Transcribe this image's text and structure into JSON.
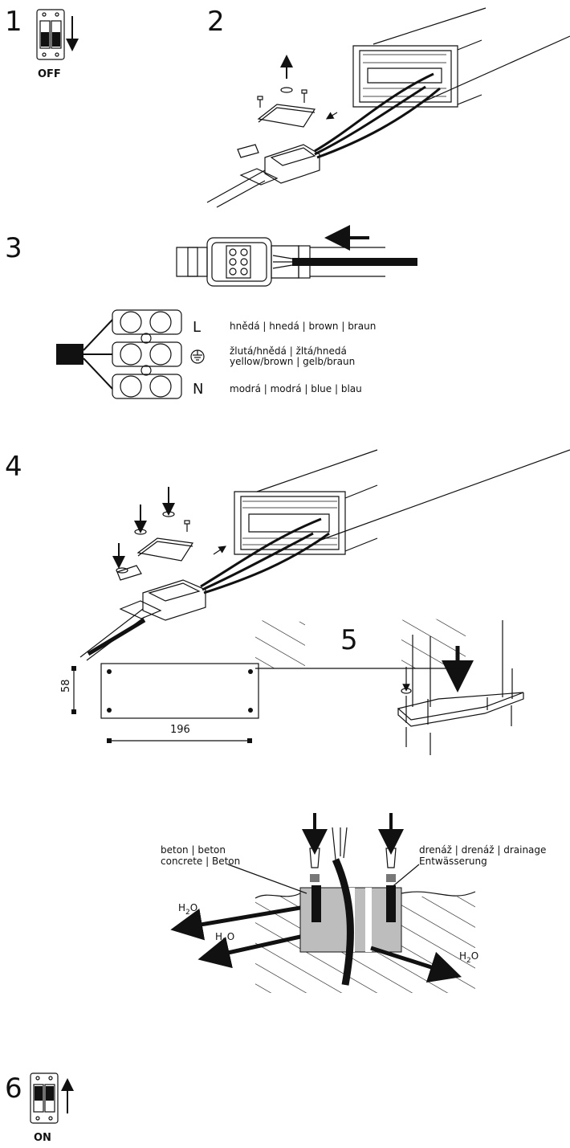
{
  "steps": {
    "s1": "1",
    "s2": "2",
    "s3": "3",
    "s4": "4",
    "s5": "5",
    "s6": "6"
  },
  "switch_off": "OFF",
  "switch_on": "ON",
  "terminal": {
    "l_symbol": "L",
    "n_symbol": "N",
    "l_text": "hnědá | hnedá | brown | braun",
    "pe_text_1": "žlutá/hnědá | žltá/hnedá",
    "pe_text_2": "yellow/brown | gelb/braun",
    "n_text": "modrá | modrá | blue | blau"
  },
  "dimensions": {
    "height": "58",
    "width": "196"
  },
  "ground": {
    "concrete_1": "beton | beton",
    "concrete_2": "concrete | Beton",
    "drainage_1": "drenáž | drenáž | drainage",
    "drainage_2": "Entwässerung",
    "water_1": "H",
    "water_sub": "2",
    "water_o": "O"
  }
}
